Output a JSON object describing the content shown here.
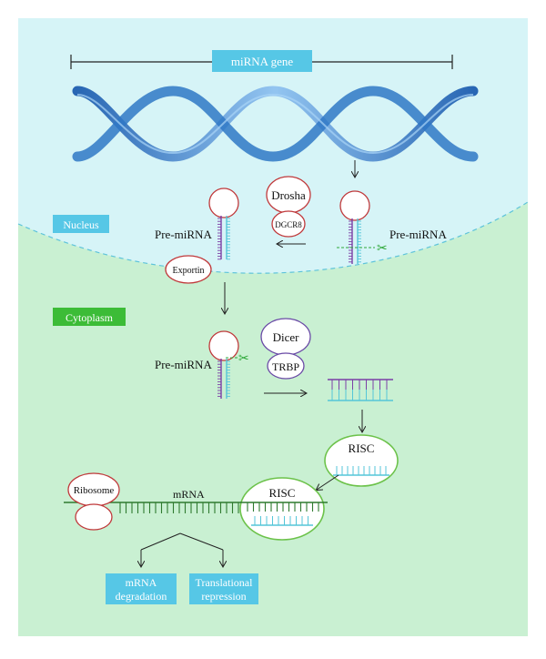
{
  "colors": {
    "nucleus_bg": "#d6f4f7",
    "cytoplasm_bg": "#c9f0d2",
    "membrane": "#5dc3da",
    "dna": "#2f78c6",
    "label_box_blue": "#56c7e6",
    "label_box_green": "#3cbc37",
    "protein_red": "#c0393b",
    "protein_purple": "#6a4aa6",
    "risc_green": "#6cc24a",
    "strand_purple": "#7b3fa6",
    "strand_cyan": "#55c6d8",
    "mrna_green": "#2f7a2f",
    "cut_green": "#2fa83a"
  },
  "labels": {
    "mirna_gene": "miRNA gene",
    "nucleus": "Nucleus",
    "cytoplasm": "Cytoplasm",
    "drosha": "Drosha",
    "dgcr8": "DGCR8",
    "pre_mirna_right": "Pre-miRNA",
    "pre_mirna_left": "Pre-miRNA",
    "exportin": "Exportin",
    "pre_mirna_cyto": "Pre-miRNA",
    "dicer": "Dicer",
    "trbp": "TRBP",
    "risc_1": "RISC",
    "risc_2": "RISC",
    "ribosome": "Ribosome",
    "mrna": "mRNA",
    "outcome_1_line1": "mRNA",
    "outcome_1_line2": "degradation",
    "outcome_2_line1": "Translational",
    "outcome_2_line2": "repression"
  },
  "icons": {
    "scissors": "scissors-icon"
  }
}
